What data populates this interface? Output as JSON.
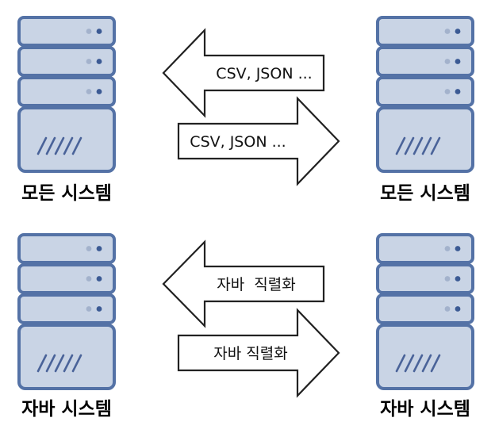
{
  "colors": {
    "server_fill": "#c9d4e5",
    "server_stroke": "#5472a6",
    "led_light": "#a3b2cc",
    "led_dark": "#3b5a94",
    "arrow_fill": "#ffffff",
    "arrow_stroke": "#222222",
    "text": "#000000"
  },
  "icons": {
    "server": "server-rack-icon",
    "arrow_left": "left-arrow-icon",
    "arrow_right": "right-arrow-icon"
  },
  "top_row": {
    "left_system_label": "모든 시스템",
    "right_system_label": "모든 시스템",
    "arrow_left_label": "CSV, JSON ...",
    "arrow_right_label": "CSV, JSON ..."
  },
  "bottom_row": {
    "left_system_label": "자바 시스템",
    "right_system_label": "자바 시스템",
    "arrow_left_label": "자바  직렬화",
    "arrow_right_label": "자바 직렬화"
  }
}
